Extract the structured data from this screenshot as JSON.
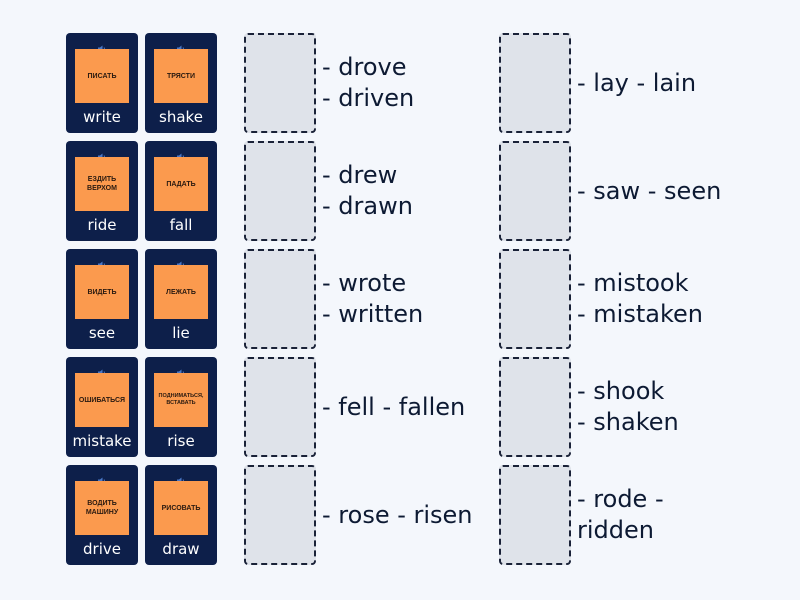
{
  "cards": [
    {
      "ru": "ПИСАТЬ",
      "en": "write"
    },
    {
      "ru": "ТРЯСТИ",
      "en": "shake"
    },
    {
      "ru": "ЕЗДИТЬ ВЕРХОМ",
      "en": "ride"
    },
    {
      "ru": "ПАДАТЬ",
      "en": "fall"
    },
    {
      "ru": "ВИДЕТЬ",
      "en": "see"
    },
    {
      "ru": "ЛЕЖАТЬ",
      "en": "lie"
    },
    {
      "ru": "ОШИБАТЬСЯ",
      "en": "mistake"
    },
    {
      "ru": "ПОДНИМАТЬСЯ, ВСТАВАТЬ",
      "en": "rise"
    },
    {
      "ru": "ВОДИТЬ МАШИНУ",
      "en": "drive"
    },
    {
      "ru": "РИСОВАТЬ",
      "en": "draw"
    }
  ],
  "targets_left": [
    "- drove\n- driven",
    "- drew\n- drawn",
    "- wrote\n- written",
    "- fell - fallen",
    "- rose - risen"
  ],
  "targets_right": [
    "- lay - lain",
    "- saw - seen",
    "- mistook\n- mistaken",
    "- shook\n- shaken",
    "- rode -\nridden"
  ],
  "icons": {
    "card_audio": "speaker-icon"
  },
  "colors": {
    "card_bg": "#0d1f4a",
    "card_image": "#fb9a4e",
    "slot_bg": "#dfe3ea",
    "page_bg": "#f4f7fc"
  }
}
